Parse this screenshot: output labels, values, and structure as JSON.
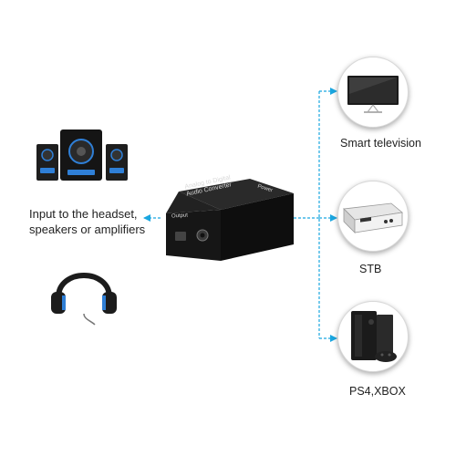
{
  "input_label": {
    "line1": "Input to the headset,",
    "line2": "speakers or amplifiers"
  },
  "converter": {
    "top_text_line1": "Analog to Digital",
    "top_text_line2": "Audio Converter",
    "top_tag": "Power",
    "front_tag": "Output"
  },
  "outputs": [
    {
      "label": "Smart television",
      "icon": "tv-icon"
    },
    {
      "label": "STB",
      "icon": "set-top-box-icon"
    },
    {
      "label": "PS4,XBOX",
      "icon": "game-console-icon"
    }
  ],
  "colors": {
    "connector": "#1aa6e0",
    "device_body": "#1c1c1c",
    "speaker_accent": "#2f7fd6"
  }
}
